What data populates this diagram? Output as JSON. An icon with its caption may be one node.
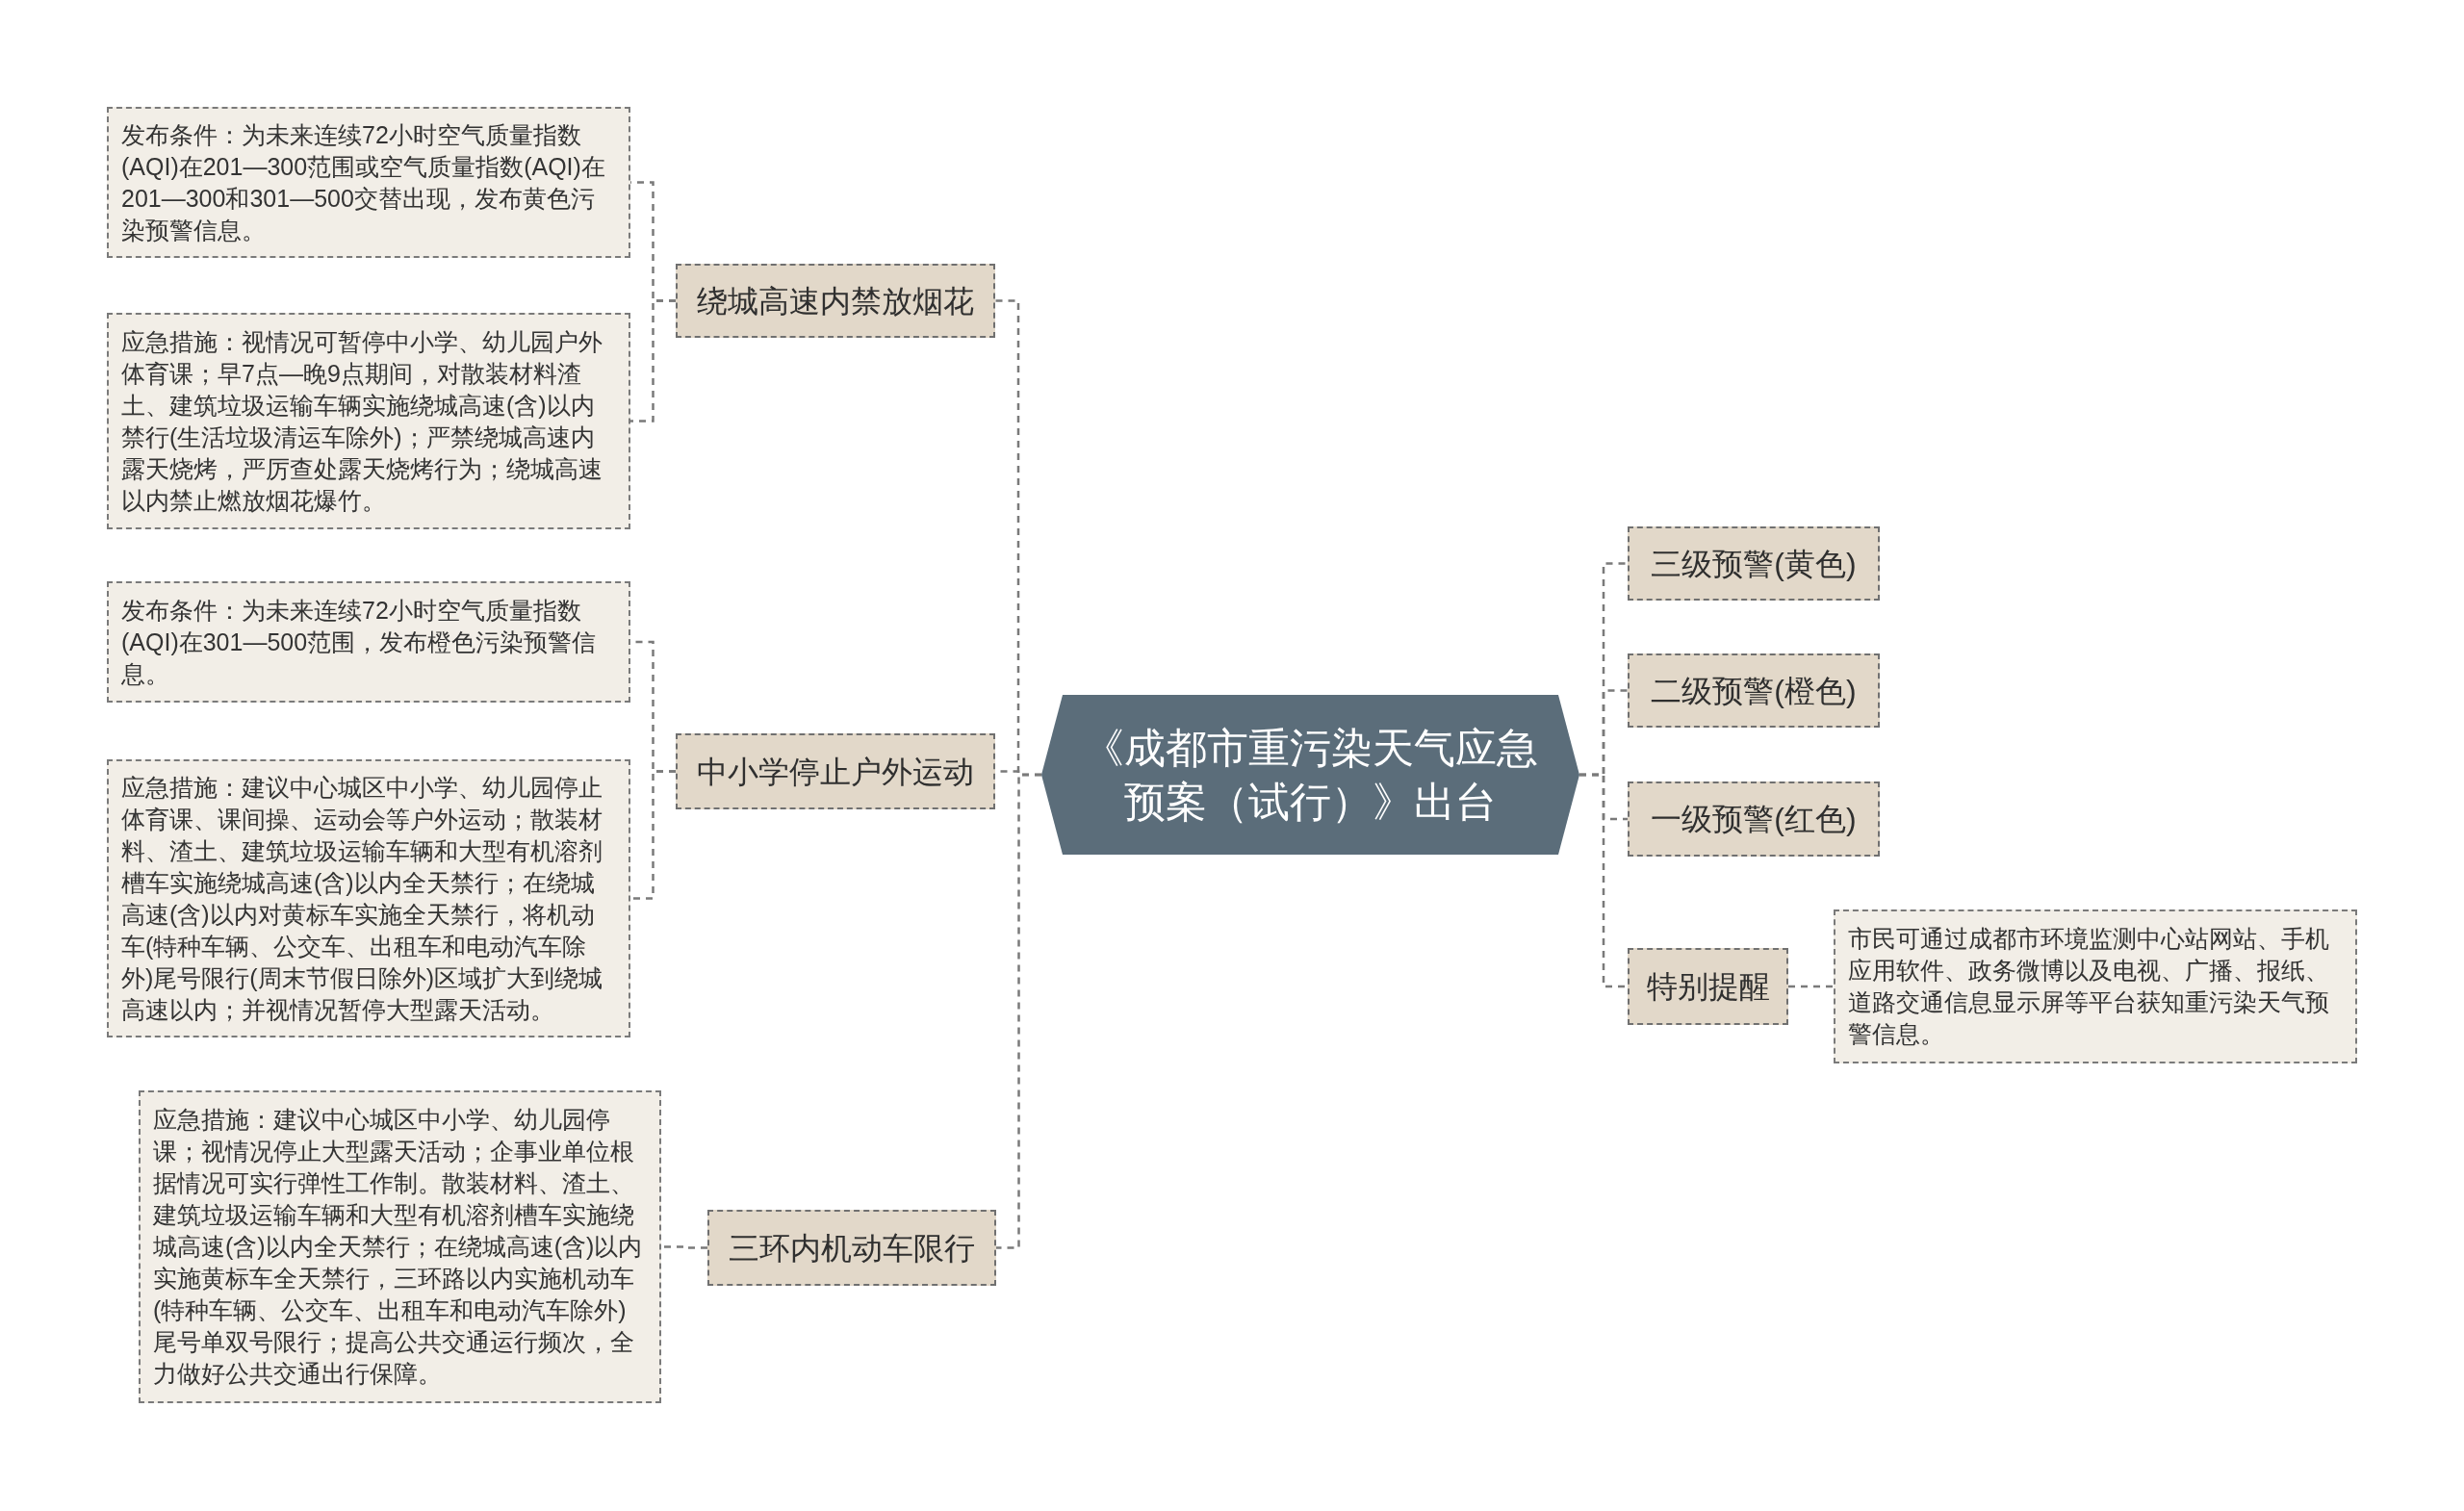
{
  "diagram": {
    "nodes": [
      {
        "text": [
          "《成都市重污染天气应急预案（试行）》出台"
        ]
      },
      {
        "text": [
          "绕城高速内禁放烟花"
        ]
      },
      {
        "text": [
          "发布条件：为未来连续72小时空气质量指数(AQI)在201—300范围或空气质量指数(AQI)在201—300和301—500交替出现，发布黄色污染预警信息。"
        ]
      },
      {
        "text": [
          "应急措施：视情况可暂停中小学、幼儿园户外体育课；早7点—晚9点期间，对散装材料渣土、建筑垃圾运输车辆实施绕城高速(含)以内禁行(生活垃圾清运车除外)；严禁绕城高速内露天烧烤，严厉查处露天烧烤行为；绕城高速以内禁止燃放烟花爆竹。"
        ]
      },
      {
        "text": [
          "中小学停止户外运动"
        ]
      },
      {
        "text": [
          "发布条件：为未来连续72小时空气质量指数(AQI)在301—500范围，发布橙色污染预警信息。"
        ]
      },
      {
        "text": [
          "应急措施：建议中心城区中小学、幼儿园停止体育课、课间操、运动会等户外运动；散装材料、渣土、建筑垃圾运输车辆和大型有机溶剂槽车实施绕城高速(含)以内全天禁行；在绕城高速(含)以内对黄标车实施全天禁行，将机动车(特种车辆、公交车、出租车和电动汽车除外)尾号限行(周末节假日除外)区域扩大到绕城高速以内；并视情况暂停大型露天活动。"
        ]
      },
      {
        "text": [
          "三环内机动车限行"
        ]
      },
      {
        "text": [
          "应急措施：建议中心城区中小学、幼儿园停课；视情况停止大型露天活动；企事业单位根据情况可实行弹性工作制。散装材料、渣土、建筑垃圾运输车辆和大型有机溶剂槽车实施绕城高速(含)以内全天禁行；在绕城高速(含)以内实施黄标车全天禁行，三环路以内实施机动车(特种车辆、公交车、出租车和电动汽车除外)尾号单双号限行；提高公共交通运行频次，全力做好公共交通出行保障。"
        ]
      },
      {
        "text": [
          "三级预警(黄色)"
        ]
      },
      {
        "text": [
          "二级预警(橙色)"
        ]
      },
      {
        "text": [
          "一级预警(红色)"
        ]
      },
      {
        "text": [
          "特别提醒"
        ]
      },
      {
        "text": [
          "市民可通过成都市环境监测中心站网站、手机应用软件、政务微博以及电视、广播、报纸、道路交通信息显示屏等平台获知重污染天气预警信息。"
        ]
      }
    ],
    "edges": [
      {
        "from": 0,
        "to": 1,
        "arrow": "none"
      },
      {
        "from": 1,
        "to": 2,
        "arrow": "none"
      },
      {
        "from": 1,
        "to": 3,
        "arrow": "none"
      },
      {
        "from": 0,
        "to": 4,
        "arrow": "none"
      },
      {
        "from": 4,
        "to": 5,
        "arrow": "none"
      },
      {
        "from": 4,
        "to": 6,
        "arrow": "none"
      },
      {
        "from": 0,
        "to": 7,
        "arrow": "none"
      },
      {
        "from": 7,
        "to": 8,
        "arrow": "none"
      },
      {
        "from": 0,
        "to": 9,
        "arrow": "none"
      },
      {
        "from": 0,
        "to": 10,
        "arrow": "none"
      },
      {
        "from": 0,
        "to": 11,
        "arrow": "none"
      },
      {
        "from": 0,
        "to": 12,
        "arrow": "none"
      },
      {
        "from": 12,
        "to": 13,
        "arrow": "none"
      }
    ]
  }
}
